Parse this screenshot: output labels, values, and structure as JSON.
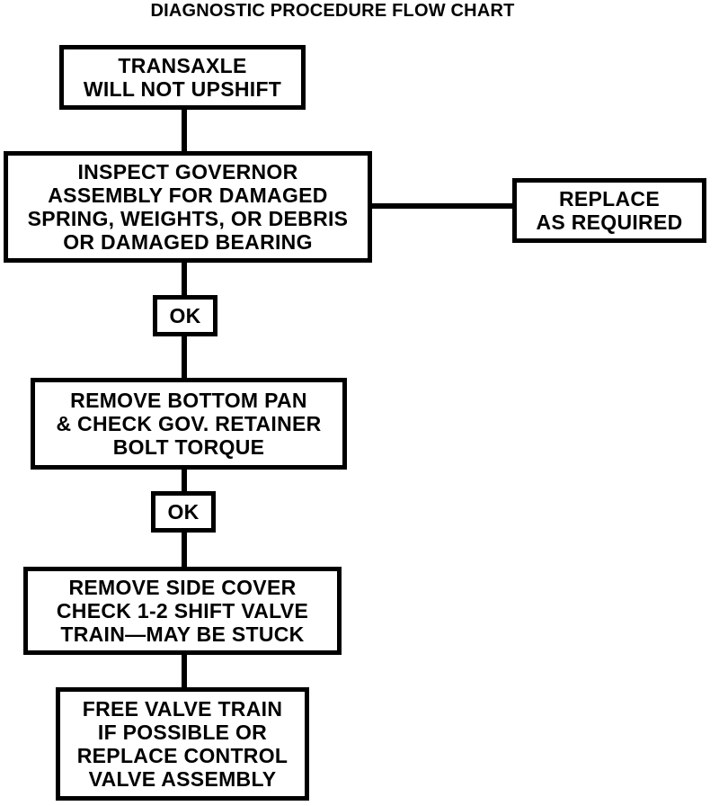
{
  "title": "DIAGNOSTIC PROCEDURE FLOW CHART",
  "nodes": {
    "start": "TRANSAXLE\nWILL NOT UPSHIFT",
    "inspect": "INSPECT GOVERNOR\nASSEMBLY FOR DAMAGED\nSPRING, WEIGHTS, OR DEBRIS\nOR DAMAGED BEARING",
    "replace": "REPLACE\nAS REQUIRED",
    "ok1": "OK",
    "remove_pan": "REMOVE BOTTOM PAN\n& CHECK GOV. RETAINER\nBOLT TORQUE",
    "ok2": "OK",
    "remove_cover": "REMOVE SIDE COVER\nCHECK 1-2 SHIFT VALVE\nTRAIN—MAY BE STUCK",
    "free_valve": "FREE VALVE TRAIN\nIF POSSIBLE OR\nREPLACE CONTROL\nVALVE ASSEMBLY"
  }
}
